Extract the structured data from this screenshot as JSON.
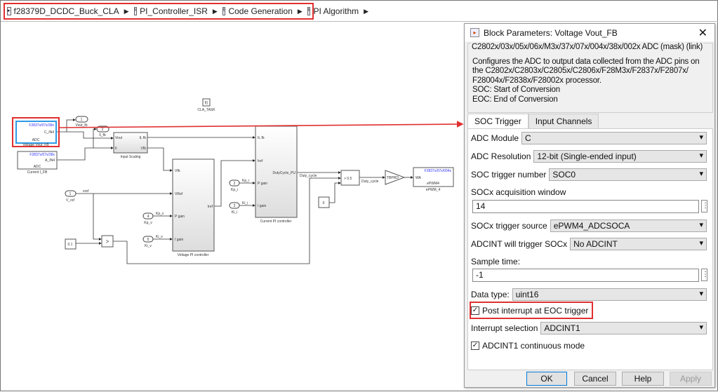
{
  "breadcrumb": [
    "f28379D_DCDC_Buck_CLA",
    "PI_Controller_ISR",
    "Code Generation",
    "PI Algorithm"
  ],
  "diagram": {
    "adc_v": {
      "chip": "F2837x/07x/38x",
      "port": "C_IN4",
      "type": "ADC",
      "name": "Voltage Vout_FB"
    },
    "adc_i": {
      "chip": "F2837x/07x/38x",
      "port": "A_IN4",
      "type": "ADC",
      "name": "Current I_FB"
    },
    "out1": {
      "num": "1",
      "name": "Vout_fb"
    },
    "out2": {
      "num": "2",
      "name": "Il_fb"
    },
    "scaling": {
      "name": "Input Scaling",
      "in1": "Vout",
      "in2": "Il",
      "out1": "IL fb",
      "out2": "Vfb"
    },
    "cla": {
      "sym": "f()",
      "name": "CLA_TASK"
    },
    "vref": {
      "num": "1",
      "name": "V_ref",
      "signal": "vref"
    },
    "vpi": {
      "name": "Voltage PI controller",
      "p1": "Vfb",
      "p2": "VRef",
      "p3": "P gain",
      "p4": "I gain",
      "out": "Iref"
    },
    "kpv": {
      "num": "4",
      "name": "Kp_v",
      "signal": "Kp_v"
    },
    "kiv": {
      "num": "5",
      "name": "Ki_v",
      "signal": "Ki_v"
    },
    "c01": "0.1",
    "rel": ">",
    "ipi": {
      "name": "Current PI controller",
      "p1": "IL fb",
      "p2": "Iref",
      "p3": "P gain",
      "p4": "I gain",
      "out": "DutyCycle_PU"
    },
    "kpi": {
      "num": "2",
      "name": "Kp_i",
      "signal": "Kp_i"
    },
    "kii": {
      "num": "3",
      "name": "Ki_i",
      "signal": "Ki_i"
    },
    "duty1": "Duty_cycle",
    "switch": "> 0.5",
    "duty2": "Duty_cycle",
    "c0": "0",
    "gain": "TBPRD",
    "epwm": {
      "chip": "F2837x/07x/004x",
      "port": "WA",
      "type": "ePWM4",
      "name": "ePWM_4"
    }
  },
  "dialog": {
    "title": "Block Parameters: Voltage Vout_FB",
    "mask_header": "C2802x/03x/05x/06x/M3x/37x/07x/004x/38x/002x ADC (mask) (link)",
    "desc": [
      "Configures the ADC to output data collected from the ADC pins on",
      "the C2802x/C2803x/C2805x/C2806x/F28M3x/F2837x/F2807x/",
      "F28004x/F2838x/F28002x processor.",
      "SOC: Start of Conversion",
      "EOC: End of Conversion"
    ],
    "tabs": [
      "SOC Trigger",
      "Input Channels"
    ],
    "fields": {
      "adc_module": {
        "label": "ADC Module",
        "value": "C"
      },
      "adc_resolution": {
        "label": "ADC Resolution",
        "value": "12-bit (Single-ended input)"
      },
      "soc_number": {
        "label": "SOC trigger number",
        "value": "SOC0"
      },
      "acq_window": {
        "label": "SOCx acquisition window",
        "value": "14"
      },
      "trigger_source": {
        "label": "SOCx trigger source",
        "value": "ePWM4_ADCSOCA"
      },
      "adcint_trigger": {
        "label": "ADCINT will trigger SOCx",
        "value": "No ADCINT"
      },
      "sample_time": {
        "label": "Sample time:",
        "value": "-1"
      },
      "data_type": {
        "label": "Data type:",
        "value": "uint16"
      },
      "post_interrupt": {
        "label": "Post interrupt at EOC trigger",
        "checked": true
      },
      "interrupt_sel": {
        "label": "Interrupt selection",
        "value": "ADCINT1"
      },
      "continuous": {
        "label": "ADCINT1 continuous mode",
        "checked": true
      }
    },
    "buttons": {
      "ok": "OK",
      "cancel": "Cancel",
      "help": "Help",
      "apply": "Apply"
    }
  },
  "colors": {
    "highlight": "#e03030",
    "selection": "#2e9be6",
    "chip_text": "#3030ff"
  }
}
